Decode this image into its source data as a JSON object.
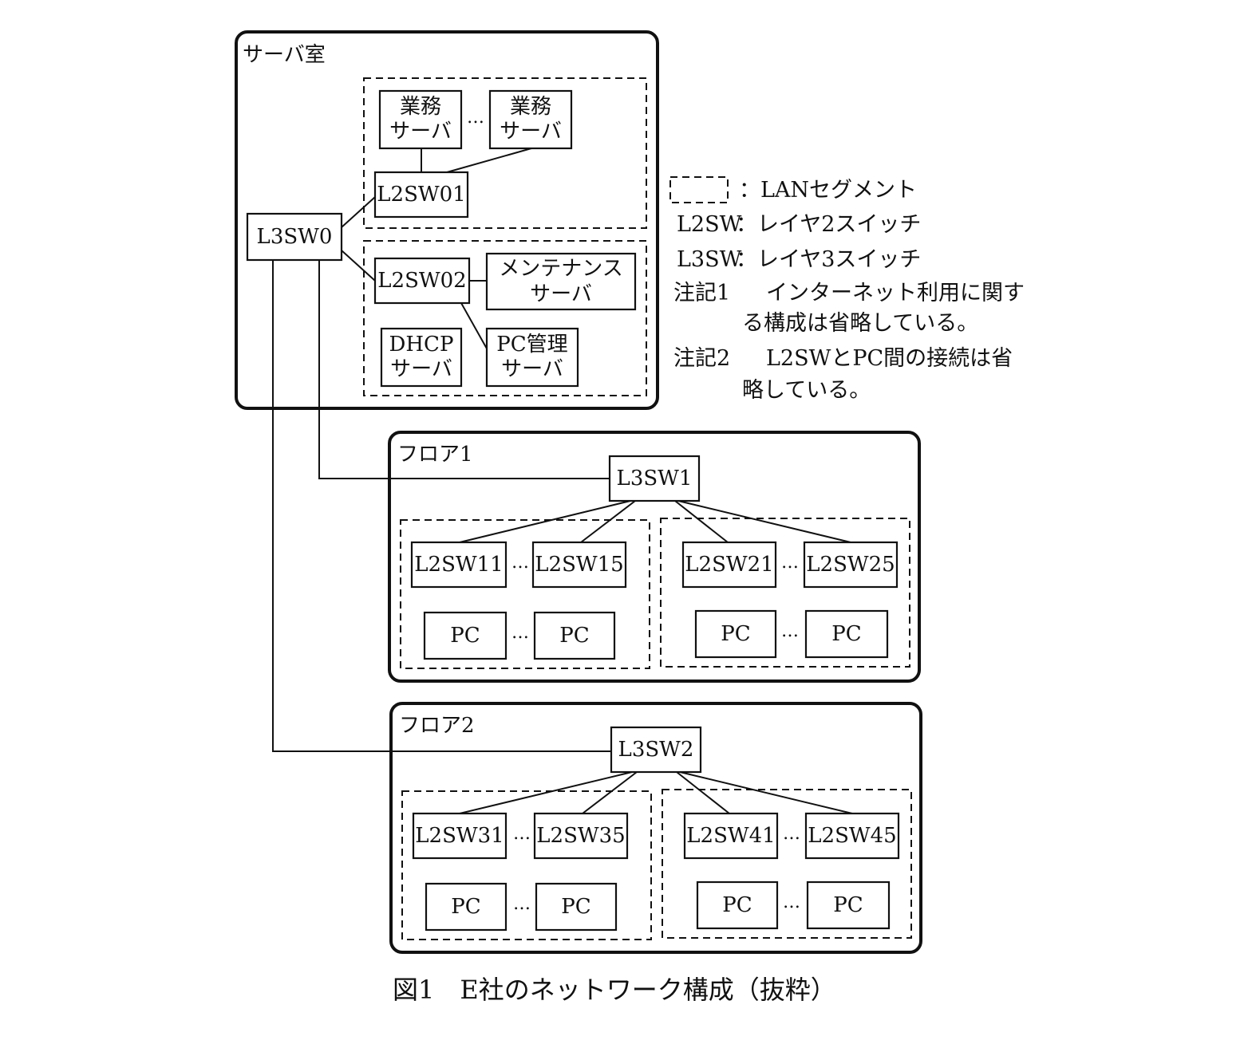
{
  "rooms": {
    "server_room": "サーバ室",
    "floor1": "フロア1",
    "floor2": "フロア2"
  },
  "nodes": {
    "gyomu_server": [
      "業務",
      "サーバ"
    ],
    "l2sw01": "L2SW01",
    "l2sw02": "L2SW02",
    "l3sw0": "L3SW0",
    "maintenance_server": [
      "メンテナンス",
      "サーバ"
    ],
    "dhcp_server": [
      "DHCP",
      "サーバ"
    ],
    "pc_mgmt_server": [
      "PC管理",
      "サーバ"
    ],
    "l3sw1": "L3SW1",
    "l3sw2": "L3SW2",
    "l2sw11": "L2SW11",
    "l2sw15": "L2SW15",
    "l2sw21": "L2SW21",
    "l2sw25": "L2SW25",
    "l2sw31": "L2SW31",
    "l2sw35": "L2SW35",
    "l2sw41": "L2SW41",
    "l2sw45": "L2SW45",
    "pc": "PC"
  },
  "ellipsis": "…",
  "legend": {
    "segment_desc": "：LANセグメント",
    "l2sw_term": "L2SW",
    "l2sw_desc": "：レイヤ2スイッチ",
    "l3sw_term": "L3SW",
    "l3sw_desc": "：レイヤ3スイッチ",
    "note1_label": "注記1",
    "note1_line1": "インターネット利用に関す",
    "note1_line2": "る構成は省略している。",
    "note2_label": "注記2",
    "note2_line1": "L2SWとPC間の接続は省",
    "note2_line2": "略している。"
  },
  "caption": "図1　E社のネットワーク構成（抜粋）"
}
